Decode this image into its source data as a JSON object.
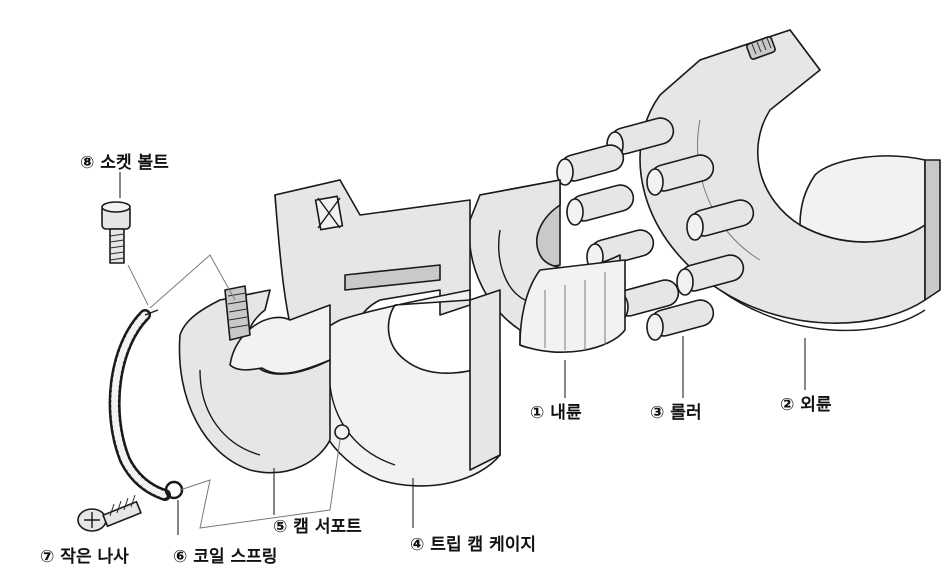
{
  "labels": {
    "socket_bolt": "⑧ 소켓 볼트",
    "small_screw": "⑦ 작은 나사",
    "coil_spring": "⑥ 코일 스프링",
    "cam_support": "⑤ 캠 서포트",
    "trip_cam_cage": "④ 트립 캠 케이지",
    "inner_race": "① 내륜",
    "roller": "③ 롤러",
    "outer_race": "② 외륜"
  },
  "colors": {
    "part_fill": "#e6e6e6",
    "part_shade": "#c9c9c9",
    "outline": "#1a1a1a",
    "background": "#ffffff"
  }
}
